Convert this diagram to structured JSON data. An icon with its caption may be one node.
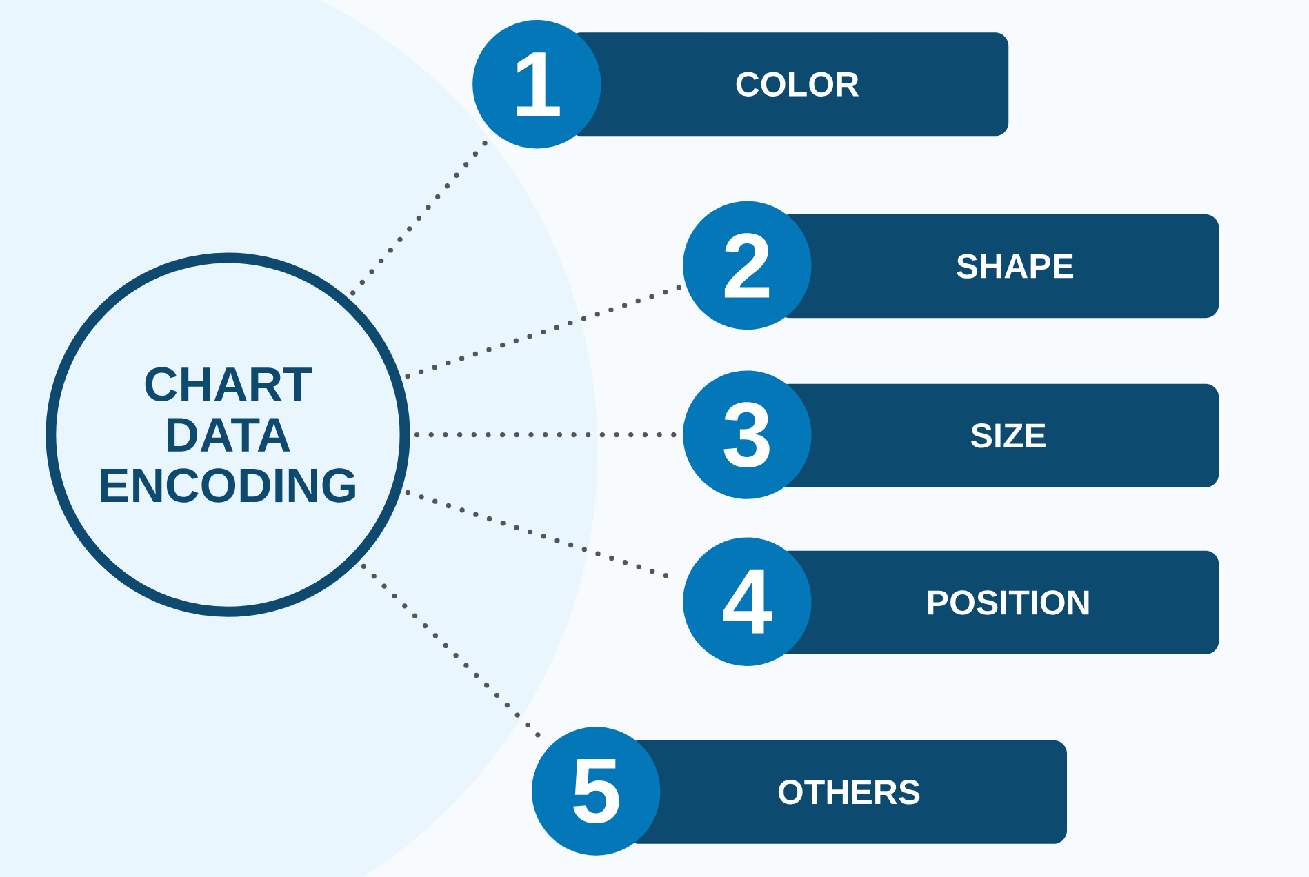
{
  "diagram": {
    "nodes": [
      {
        "text": [
          "CHART DATA ENCODING"
        ]
      },
      {
        "text": [
          "1"
        ]
      },
      {
        "text": [
          "COLOR"
        ]
      },
      {
        "text": [
          "2"
        ]
      },
      {
        "text": [
          "SHAPE"
        ]
      },
      {
        "text": [
          "3"
        ]
      },
      {
        "text": [
          "SIZE"
        ]
      },
      {
        "text": [
          "4"
        ]
      },
      {
        "text": [
          "POSITION"
        ]
      },
      {
        "text": [
          "5"
        ]
      },
      {
        "text": [
          "OTHERS"
        ]
      }
    ],
    "edges": [
      {
        "from": 0,
        "to": 1,
        "arrow": "none"
      },
      {
        "from": 0,
        "to": 3,
        "arrow": "none"
      },
      {
        "from": 0,
        "to": 5,
        "arrow": "none"
      },
      {
        "from": 0,
        "to": 7,
        "arrow": "none"
      },
      {
        "from": 0,
        "to": 9,
        "arrow": "none"
      }
    ]
  }
}
